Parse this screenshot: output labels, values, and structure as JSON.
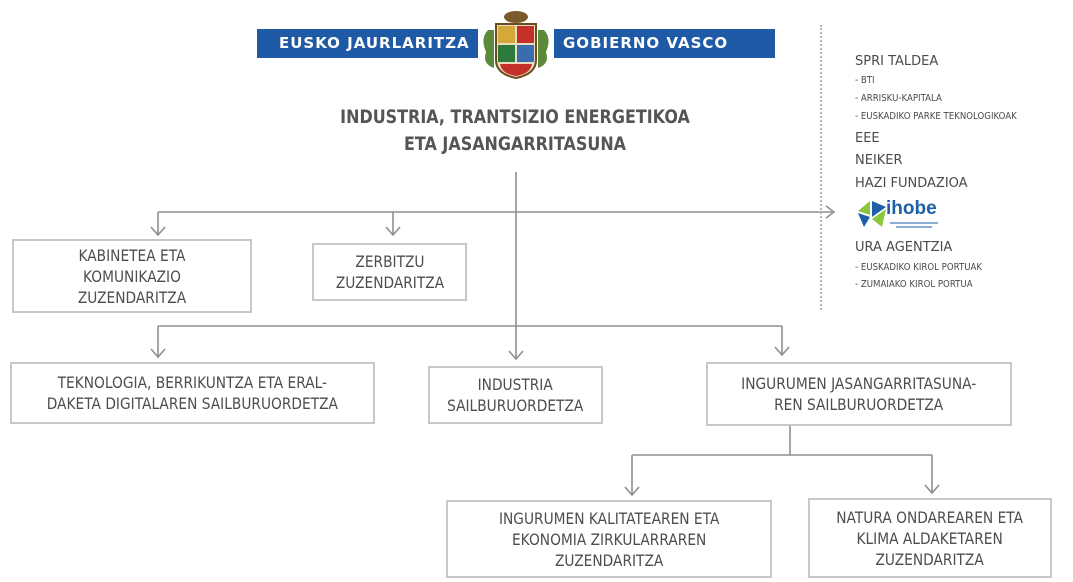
{
  "header": {
    "left_text": "EUSKO JAURLARITZA",
    "right_text": "GOBIERNO VASCO",
    "shield_icon": "basque-government-shield"
  },
  "department": {
    "line1": "INDUSTRIA, TRANTSIZIO ENERGETIKOA",
    "line2": "ETA JASANGARRITASUNA"
  },
  "boxes": {
    "kabinetea": "KABINETEA ETA\nKOMUNIKAZIO\nZUZENDARITZA",
    "zerbitzu": "ZERBITZU\nZUZENDARITZA",
    "teknologia": "TEKNOLOGIA, BERRIKUNTZA ETA ERAL-\nDAKETA DIGITALAREN SAILBURUORDETZA",
    "industria": "INDUSTRIA\nSAILBURUORDETZA",
    "ingurumen": "INGURUMEN JASANGARRITASUNA-\nREN SAILBURUORDETZA",
    "kalitatea": "INGURUMEN KALITATEAREN ETA\nEKONOMIA ZIRKULARRAREN\nZUZENDARITZA",
    "natura": "NATURA ONDAREAREN ETA\nKLIMA ALDAKETAREN\nZUZENDARITZA"
  },
  "entities": {
    "spri": "SPRI TALDEA",
    "bti": "- BTI",
    "arrisku": "- ARRISKU-KAPITALA",
    "parke": "- EUSKADIKO PARKE TEKNOLOGIKOAK",
    "eee": "EEE",
    "neiker": "NEIKER",
    "hazi": "HAZI FUNDAZIOA",
    "ihobe_logo": "ihobe",
    "ura": "URA AGENTZIA",
    "kirol_portuak": "- EUSKADIKO KIROL PORTUAK",
    "zumaia": "- ZUMAIAKO KIROL PORTUA"
  },
  "colors": {
    "banner": "#1f5aa6",
    "box_border": "#c8c8c8",
    "connector": "#8f8f8f",
    "ihobe_blue": "#1f5fa8",
    "ihobe_green": "#8cc63f"
  }
}
